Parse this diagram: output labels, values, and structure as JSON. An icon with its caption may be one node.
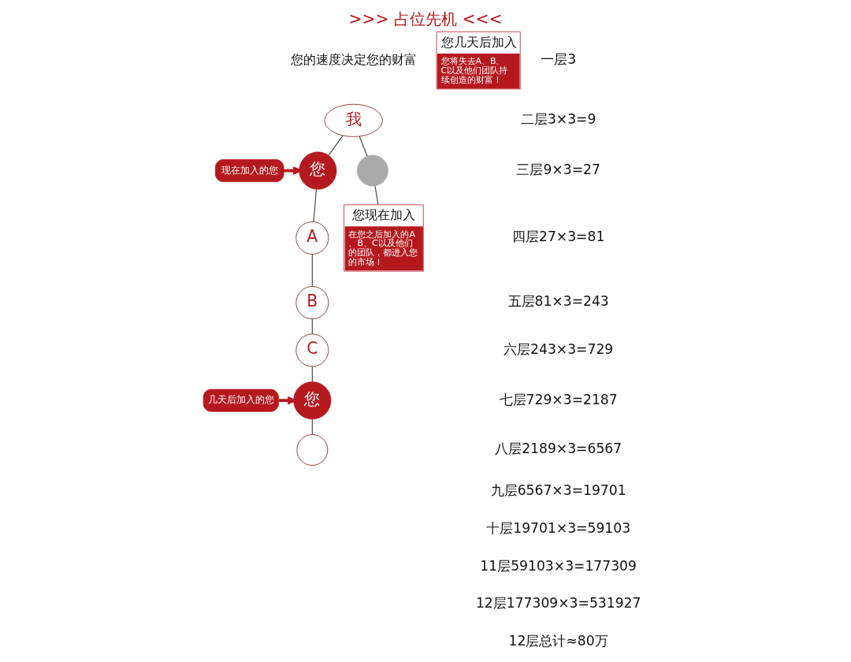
{
  "diagram": {
    "title": ">>> 占位先机 <<<",
    "nodes": [
      {
        "text": [
          "我"
        ]
      },
      {
        "text": [
          "现在加入的您"
        ]
      },
      {
        "text": [
          "您"
        ]
      },
      {
        "text": [],
        "shape": "circle"
      },
      {
        "text": [
          "A"
        ]
      },
      {
        "text": [
          "B"
        ]
      },
      {
        "text": [
          "C"
        ]
      },
      {
        "text": [
          "几天后加入的您"
        ]
      },
      {
        "text": [
          "您"
        ]
      },
      {
        "text": [],
        "shape": "circle"
      },
      {
        "text": [
          "您现在加入",
          "在您之后加入的A、B、C以及他们的团队，都进入您的市场！"
        ]
      },
      {
        "text": [
          "您几天后加入",
          "您将失去A、B、C以及他们团队持续创造的财富！"
        ]
      }
    ],
    "edges": [
      {
        "from": 0,
        "to": 2,
        "arrow": "none"
      },
      {
        "from": 0,
        "to": 3,
        "arrow": "none"
      },
      {
        "from": 1,
        "to": 2,
        "arrow": "to",
        "style": "thick",
        "color": "#b5191e"
      },
      {
        "from": 2,
        "to": 4,
        "arrow": "none"
      },
      {
        "from": 3,
        "to": 10,
        "arrow": "none"
      },
      {
        "from": 4,
        "to": 5,
        "arrow": "none"
      },
      {
        "from": 5,
        "to": 6,
        "arrow": "none"
      },
      {
        "from": 6,
        "to": 8,
        "arrow": "none"
      },
      {
        "from": 7,
        "to": 8,
        "arrow": "to",
        "style": "thick",
        "color": "#b5191e"
      },
      {
        "from": 8,
        "to": 9,
        "arrow": "none"
      }
    ],
    "labels": [
      "您的速度决定您的财富",
      "一层3",
      "二层3×3=9",
      "三层9×3=27",
      "四层27×3=81",
      "五层81×3=243",
      "六层243×3=729",
      "七层729×3=2187",
      "八层2189×3=6567",
      "九层6567×3=19701",
      "十层19701×3=59103",
      "11层59103×3=177309",
      "12层177309×3=531927",
      "12层总计≈80万"
    ]
  }
}
